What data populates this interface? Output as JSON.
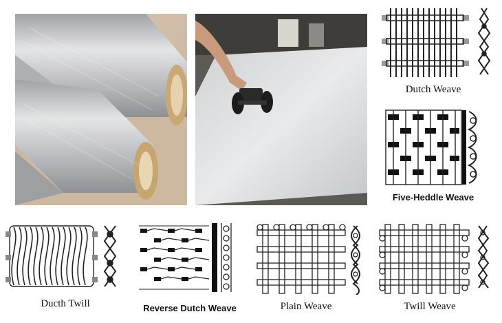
{
  "captions": {
    "dutch_weave": "Dutch Weave",
    "five_heddle_weave": "Five-Heddle Weave",
    "dutch_twill": "Ducth Twill",
    "reverse_dutch_weave": "Reverse Dutch Weave",
    "plain_weave": "Plain Weave",
    "twill_weave": "Twill Weave"
  },
  "colors": {
    "mesh_silver": "#bfc2c5",
    "cardboard_core": "#d9b98a",
    "line": "#222222"
  }
}
